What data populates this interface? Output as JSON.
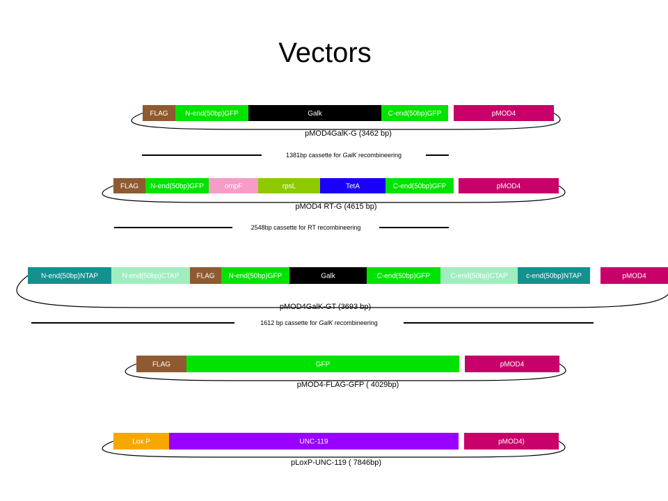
{
  "title": "Vectors",
  "colors": {
    "flag": "#8f5a31",
    "gfp": "#00e300",
    "galk": "#000000",
    "pmod4": "#c8006a",
    "ompf": "#f79bc7",
    "rpsl": "#8ec900",
    "teta": "#1a00f5",
    "ntap": "#14918f",
    "ctap": "#a0eec0",
    "loxp": "#f7a800",
    "unc119": "#9900ff"
  },
  "vectors": [
    {
      "segments": [
        {
          "label": "FLAG",
          "color": "#8f5a31"
        },
        {
          "label": "N-end(50bp)GFP",
          "color": "#00e300"
        },
        {
          "label": "Galk",
          "color": "#000000"
        },
        {
          "label": "C-end(50bp)GFP",
          "color": "#00e300"
        },
        {
          "label": "pMOD4",
          "color": "#c8006a"
        }
      ],
      "name": "pMOD4GalK-G (3462 bp)"
    },
    {
      "segments": [
        {
          "label": "FLAG",
          "color": "#8f5a31"
        },
        {
          "label": "N-end(50bp)GFP",
          "color": "#00e300"
        },
        {
          "label": "ompF",
          "color": "#f79bc7"
        },
        {
          "label": "rpsL",
          "color": "#8ec900"
        },
        {
          "label": "TetA",
          "color": "#1a00f5"
        },
        {
          "label": "C-end(50bp)GFP",
          "color": "#00e300"
        },
        {
          "label": "pMOD4",
          "color": "#c8006a"
        }
      ],
      "name": "pMOD4 RT-G (4615 bp)"
    },
    {
      "segments": [
        {
          "label": "N-end(50bp)NTAP",
          "color": "#14918f"
        },
        {
          "label": "N-end(50bp)CTAP",
          "color": "#a0eec0"
        },
        {
          "label": "FLAG",
          "color": "#8f5a31"
        },
        {
          "label": "N-end(50bp)GFP",
          "color": "#00e300"
        },
        {
          "label": "Galk",
          "color": "#000000"
        },
        {
          "label": "C-end(50bp)GFP",
          "color": "#00e300"
        },
        {
          "label": "C-end(50bp)CTAP",
          "color": "#a0eec0"
        },
        {
          "label": "c-end(50bp)NTAP",
          "color": "#14918f"
        },
        {
          "label": "pMOD4",
          "color": "#c8006a"
        }
      ],
      "name": "pMOD4GalK-GT (3693 bp)"
    },
    {
      "segments": [
        {
          "label": "FLAG",
          "color": "#8f5a31"
        },
        {
          "label": "GFP",
          "color": "#00e300"
        },
        {
          "label": "pMOD4",
          "color": "#c8006a"
        }
      ],
      "name": "pMOD4-FLAG-GFP ( 4029bp)"
    },
    {
      "segments": [
        {
          "label": "Lox P",
          "color": "#f7a800",
          "text_color": "#000000"
        },
        {
          "label": "UNC-119",
          "color": "#9900ff"
        },
        {
          "label": "pMOD4)",
          "color": "#c8006a"
        }
      ],
      "name": "pLoxP-UNC-119 ( 7846bp)"
    }
  ],
  "cassettes": [
    {
      "prefix": "1381bp cassette for ",
      "gene": "GalK",
      "suffix": " recombineering"
    },
    {
      "prefix": "2548bp cassette for  RT recombineering",
      "gene": "",
      "suffix": ""
    },
    {
      "prefix": "1612 bp  cassette for ",
      "gene": "GalK",
      "suffix": "  recombineering"
    }
  ]
}
